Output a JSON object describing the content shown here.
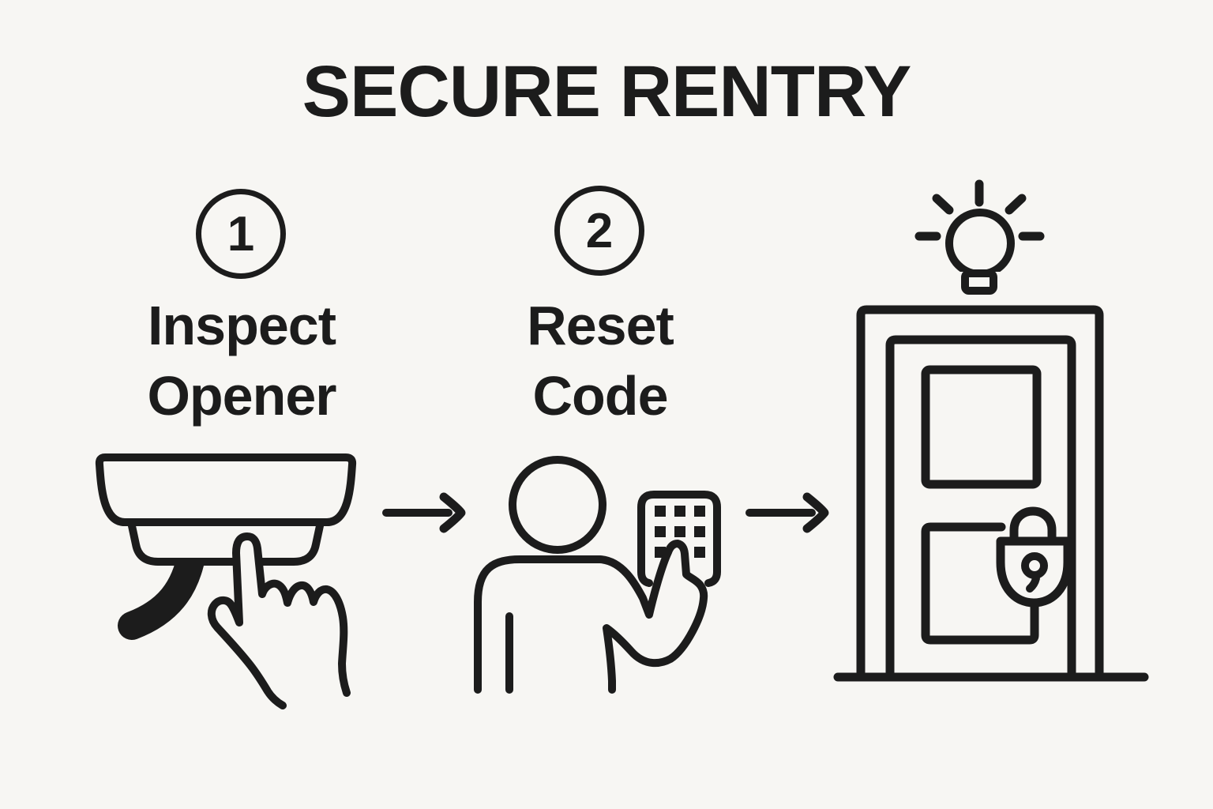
{
  "title": "SECURE RENTRY",
  "steps": [
    {
      "number": "1",
      "label_line1": "Inspect",
      "label_line2": "Opener",
      "icon": "garage-opener-press-icon"
    },
    {
      "number": "2",
      "label_line1": "Reset",
      "label_line2": "Code",
      "icon": "keypad-entry-icon"
    }
  ],
  "result": {
    "icon": "locked-door-with-idea-bulb-icon"
  },
  "connectors": [
    {
      "icon": "arrow-right-icon"
    },
    {
      "icon": "arrow-right-icon"
    }
  ],
  "colors": {
    "background": "#f7f6f3",
    "line": "#1c1c1c",
    "text": "#1c1c1c"
  }
}
